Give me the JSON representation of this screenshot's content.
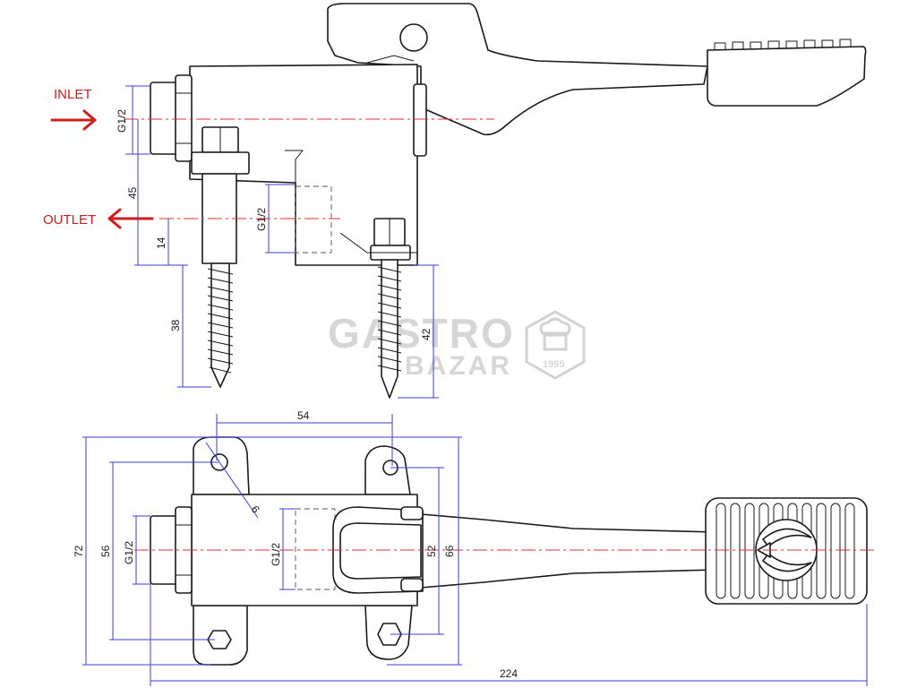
{
  "colors": {
    "line": "#1a1a1a",
    "dimension": "#3b3be6",
    "centerline": "#e03030",
    "flow": "#d21c1c",
    "watermark": "#d6d6d6"
  },
  "side_view": {
    "inlet_label": "INLET",
    "outlet_label": "OUTLET",
    "dimensions": {
      "inlet_thread": "G1/2",
      "outlet_thread": "G1/2",
      "height_45": "45",
      "height_14": "14",
      "screw_38": "38",
      "screw_right": "42"
    }
  },
  "top_view": {
    "dimensions": {
      "length_54": "54",
      "hole_6": "6",
      "width_72": "72",
      "width_56": "56",
      "thread": "G1/2",
      "width_52": "52",
      "width_66": "66",
      "length_224": "224"
    }
  },
  "watermark": {
    "line1": "GASTRO",
    "line2": "BAZAR",
    "year": "1995"
  }
}
